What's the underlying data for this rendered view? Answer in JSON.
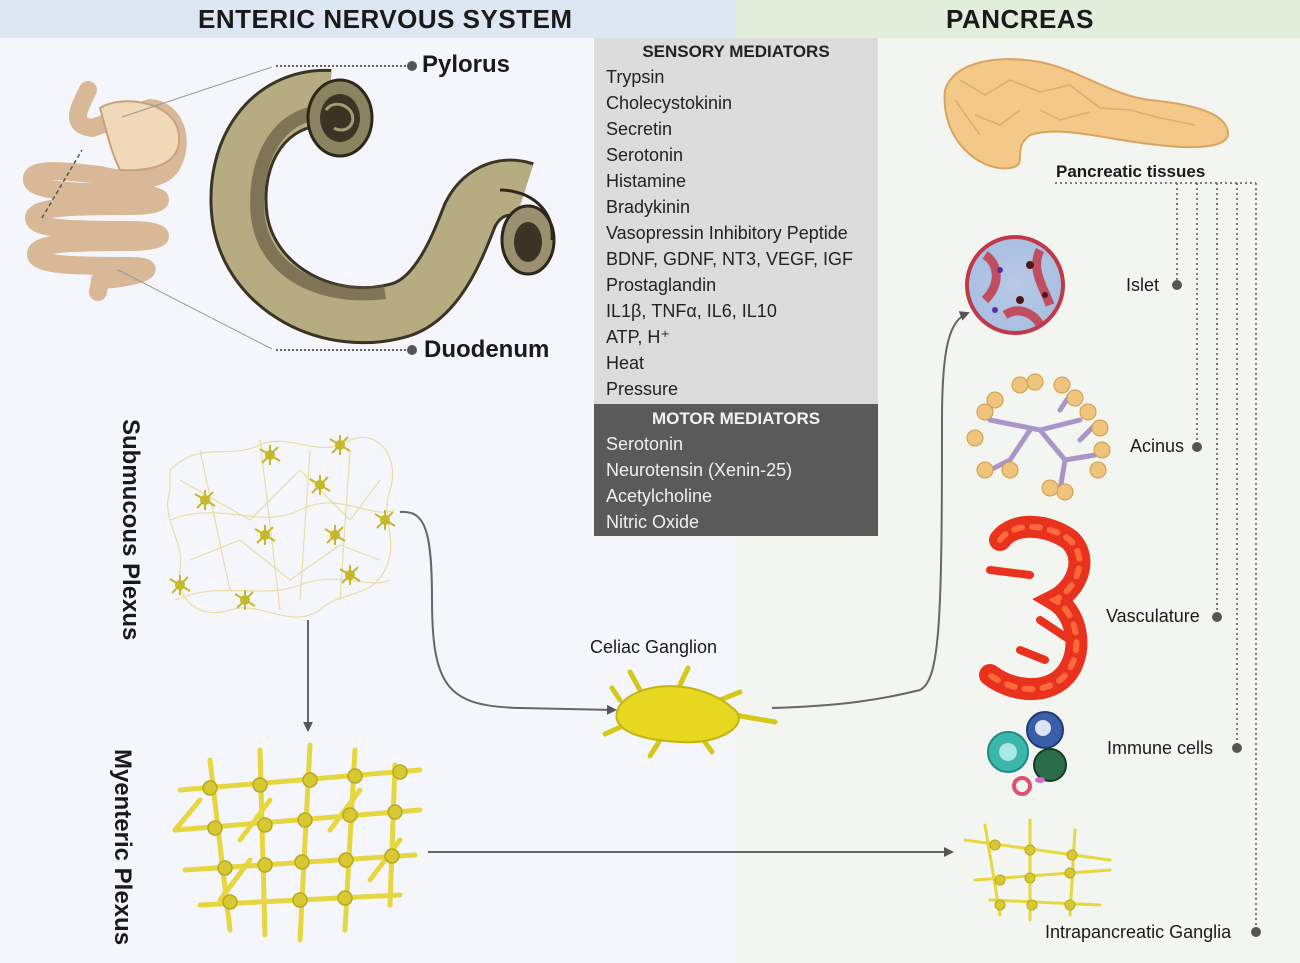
{
  "header": {
    "left_title": "ENTERIC  NERVOUS SYSTEM",
    "right_title": "PANCREAS"
  },
  "sensory": {
    "title": "SENSORY MEDIATORS",
    "items": [
      "Trypsin",
      "Cholecystokinin",
      "Secretin",
      "Serotonin",
      "Histamine",
      "Bradykinin",
      "Vasopressin Inhibitory Peptide",
      "BDNF, GDNF, NT3, VEGF, IGF",
      "Prostaglandin",
      "IL1β, TNFα, IL6, IL10",
      "ATP, H⁺",
      "Heat",
      "Pressure"
    ]
  },
  "motor": {
    "title": "MOTOR MEDIATORS",
    "items": [
      "Serotonin",
      "Neurotensin (Xenin-25)",
      "Acetylcholine",
      "Nitric Oxide"
    ]
  },
  "labels": {
    "pylorus": "Pylorus",
    "duodenum": "Duodenum",
    "submucous": "Submucous Plexus",
    "myenteric": "Myenteric Plexus",
    "celiac": "Celiac Ganglion",
    "pancreatic_tissues": "Pancreatic tissues"
  },
  "tissues": [
    "Islet",
    "Acinus",
    "Vasculature",
    "Immune cells",
    "Intrapancreatic Ganglia"
  ],
  "colors": {
    "ens_header": "#dde6f3",
    "pancreas_header": "#e2eedc",
    "sensory_box": "#dcdcdc",
    "motor_box": "#5a5a5a",
    "neuron": "#e6d640",
    "vasculature": "#e8321e",
    "pancreas": "#f3c888"
  }
}
